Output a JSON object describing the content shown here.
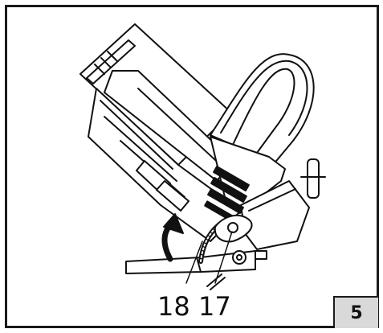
{
  "figure": {
    "number": "5",
    "callouts": [
      {
        "id": "18",
        "label": "18"
      },
      {
        "id": "17",
        "label": "17"
      }
    ]
  }
}
